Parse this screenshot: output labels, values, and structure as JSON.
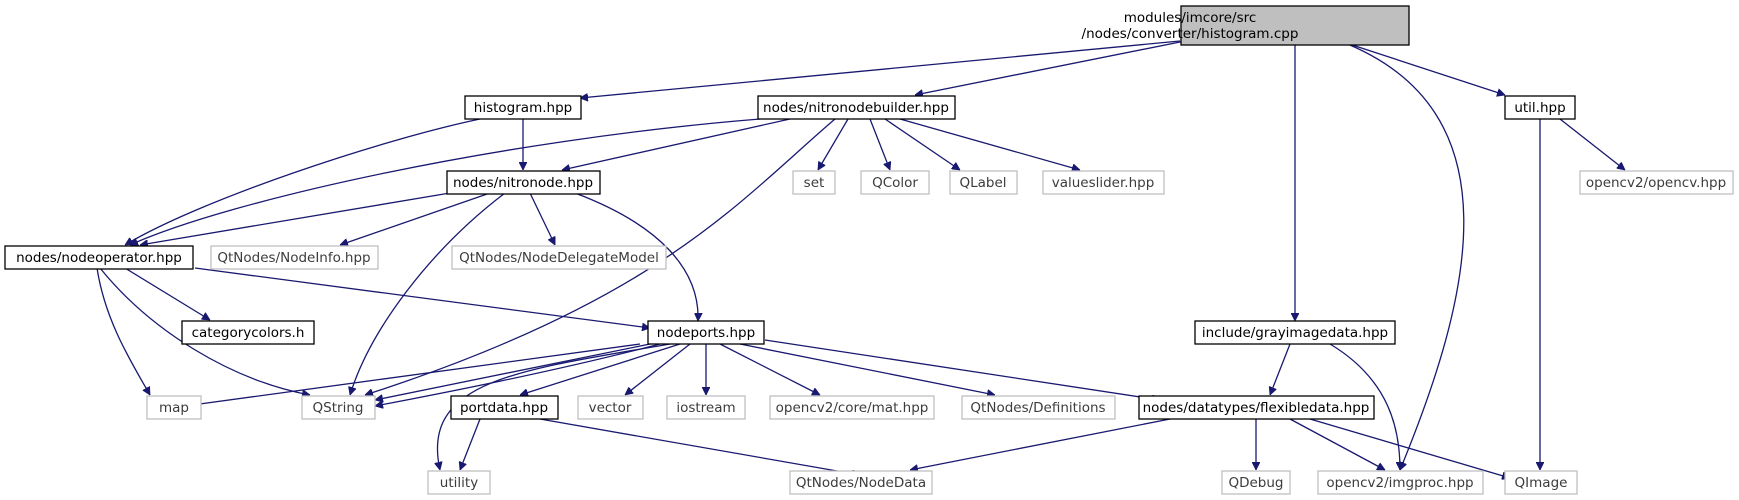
{
  "root": {
    "line1": "modules/imcore/src",
    "line2": "/nodes/converter/histogram.cpp"
  },
  "nodes": {
    "histogram_hpp": "histogram.hpp",
    "nitronodebuilder_hpp": "nodes/nitronodebuilder.hpp",
    "util_hpp": "util.hpp",
    "nitronode_hpp": "nodes/nitronode.hpp",
    "set": "set",
    "qcolor": "QColor",
    "qlabel": "QLabel",
    "valueslider_hpp": "valueslider.hpp",
    "opencv_hpp": "opencv2/opencv.hpp",
    "nodeoperator_hpp": "nodes/nodeoperator.hpp",
    "nodeinfo_hpp": "QtNodes/NodeInfo.hpp",
    "nodedelegatemodel": "QtNodes/NodeDelegateModel",
    "categorycolors_h": "categorycolors.h",
    "nodeports_hpp": "nodeports.hpp",
    "grayimagedata_hpp": "include/grayimagedata.hpp",
    "map": "map",
    "qstring": "QString",
    "portdata_hpp": "portdata.hpp",
    "vector": "vector",
    "iostream": "iostream",
    "mat_hpp": "opencv2/core/mat.hpp",
    "definitions": "QtNodes/Definitions",
    "flexibledata_hpp": "nodes/datatypes/flexibledata.hpp",
    "utility": "utility",
    "nodedata": "QtNodes/NodeData",
    "qdebug": "QDebug",
    "imgproc_hpp": "opencv2/imgproc.hpp",
    "qimage": "QImage"
  }
}
